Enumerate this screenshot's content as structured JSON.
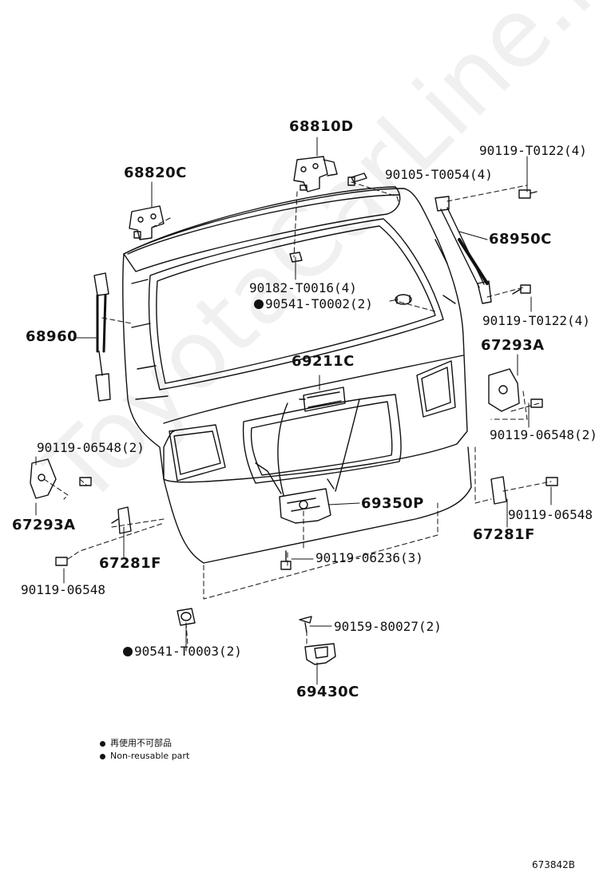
{
  "parts": {
    "p68810D": "68810D",
    "p68820C": "68820C",
    "p90105": "90105-T0054(4)",
    "p90119_t0122_top": "90119-T0122(4)",
    "p68950C": "68950C",
    "p90182": "90182-T0016(4)",
    "p90541_t0002": "90541-T0002(2)",
    "p90119_t0122_bot": "90119-T0122(4)",
    "p68960": "68960",
    "p67293A_right": "67293A",
    "p69211C": "69211C",
    "p90119_06548_2_left": "90119-06548(2)",
    "p90119_06548_2_right": "90119-06548(2)",
    "p67293A_left": "67293A",
    "p69350P": "69350P",
    "p90119_06548_right": "90119-06548",
    "p67281F_left": "67281F",
    "p67281F_right": "67281F",
    "p90119_06236": "90119-06236(3)",
    "p90119_06548_left": "90119-06548",
    "p90541_t0003": "90541-T0003(2)",
    "p90159": "90159-80027(2)",
    "p69430C": "69430C"
  },
  "legend": {
    "line1": "再使用不可部品",
    "line2": "Non-reusable part"
  },
  "figure_id": "673842B",
  "watermark": "ToyotaCarLine.ru"
}
